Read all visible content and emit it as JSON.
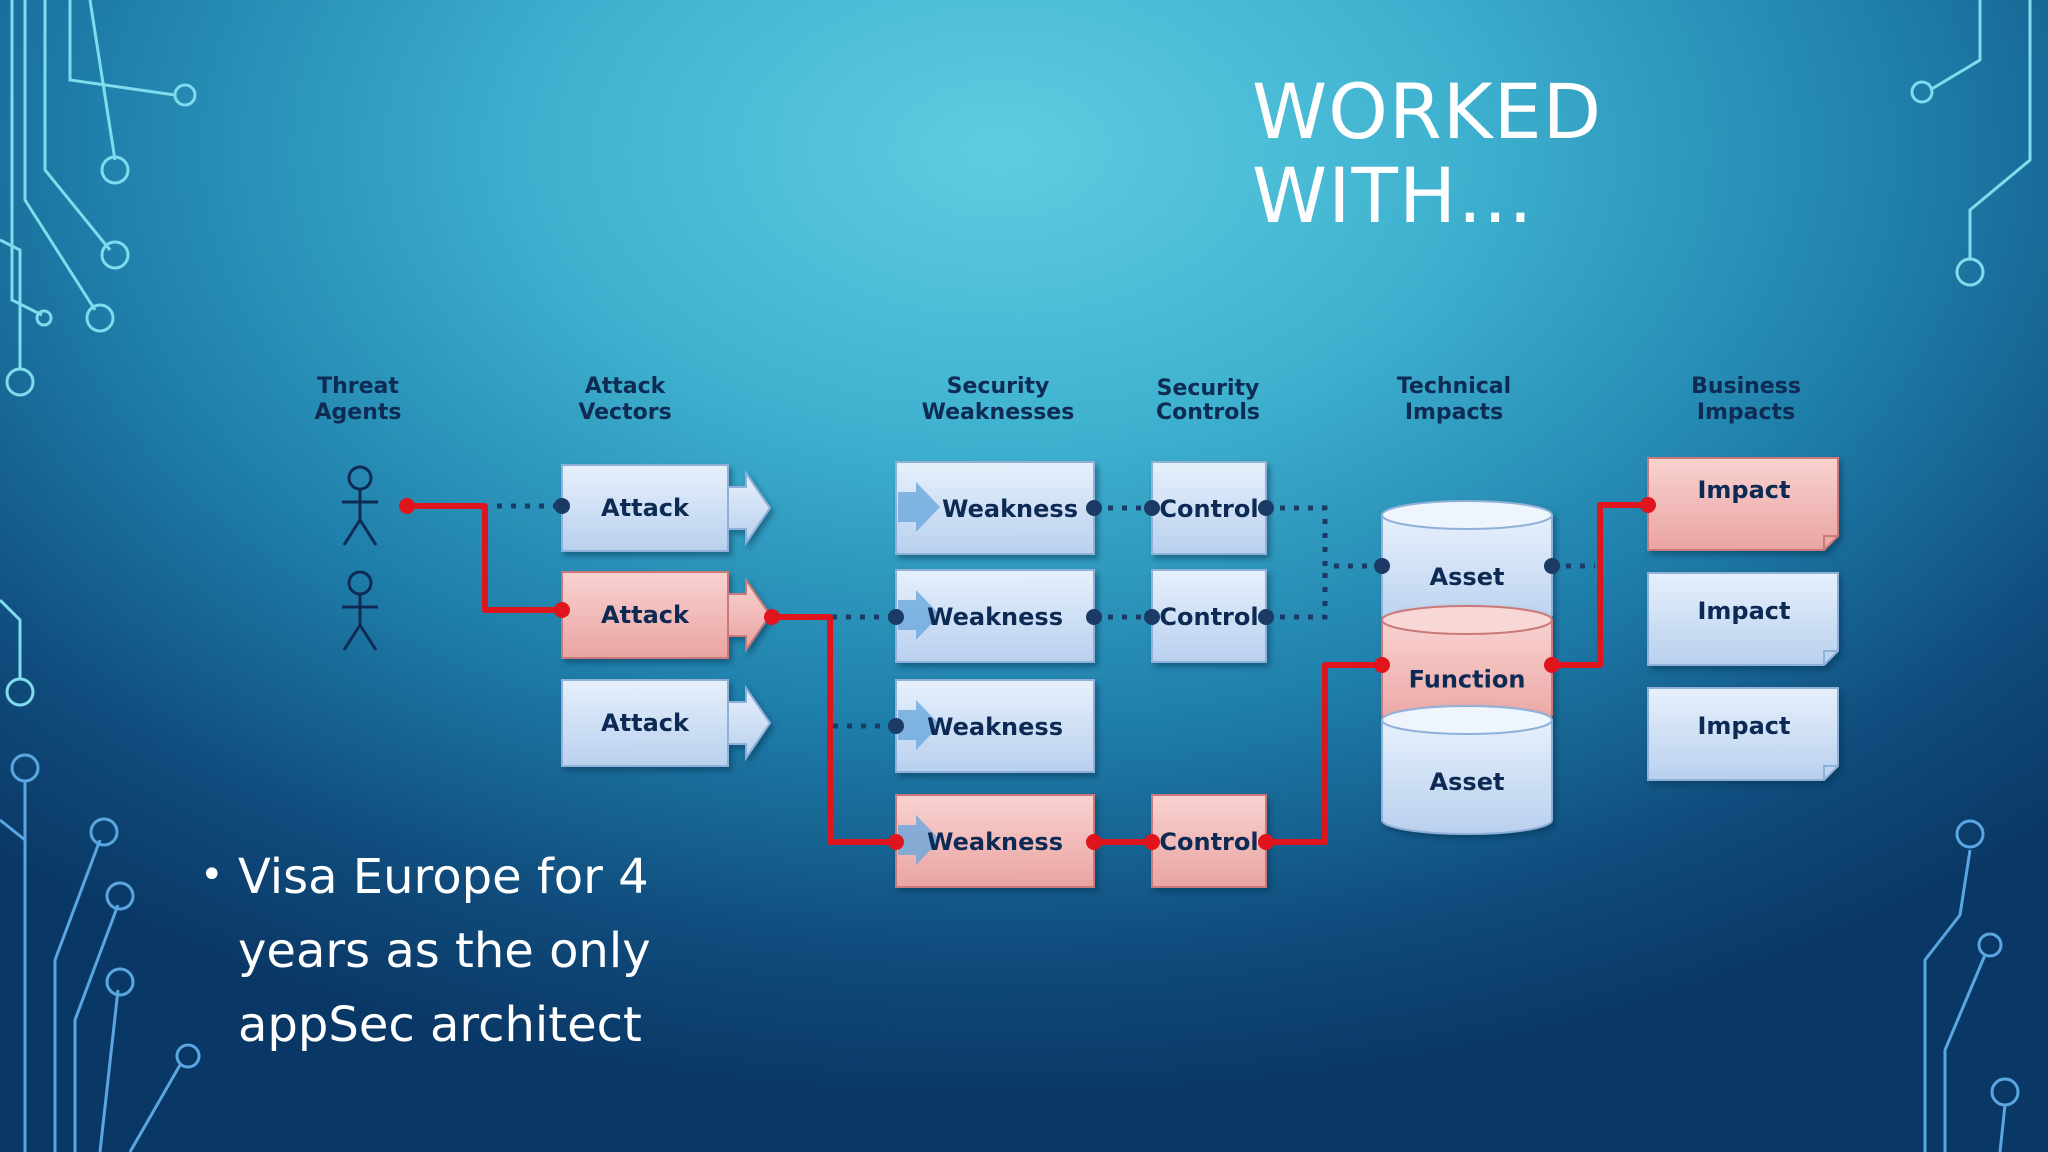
{
  "slide": {
    "title_lines": [
      "WORKED",
      "WITH…"
    ],
    "bullets": [
      "Visa Europe for 4 years as the only appSec architect"
    ]
  },
  "diagram": {
    "headers": {
      "threat_agents": [
        "Threat",
        "Agents"
      ],
      "attack_vectors": [
        "Attack",
        "Vectors"
      ],
      "security_weaknesses": [
        "Security",
        "Weaknesses"
      ],
      "security_controls": [
        "Security",
        "Controls"
      ],
      "technical_impacts": [
        "Technical",
        "Impacts"
      ],
      "business_impacts": [
        "Business",
        "Impacts"
      ]
    },
    "attacks": [
      {
        "label": "Attack",
        "highlighted": false
      },
      {
        "label": "Attack",
        "highlighted": true
      },
      {
        "label": "Attack",
        "highlighted": false
      }
    ],
    "weaknesses": [
      {
        "label": "Weakness",
        "highlighted": false
      },
      {
        "label": "Weakness",
        "highlighted": false
      },
      {
        "label": "Weakness",
        "highlighted": false
      },
      {
        "label": "Weakness",
        "highlighted": true
      }
    ],
    "controls": [
      {
        "label": "Control",
        "highlighted": false
      },
      {
        "label": "Control",
        "highlighted": false
      },
      {
        "label": "Control",
        "highlighted": true
      }
    ],
    "technical": [
      {
        "label": "Asset",
        "highlighted": false
      },
      {
        "label": "Function",
        "highlighted": true
      },
      {
        "label": "Asset",
        "highlighted": false
      }
    ],
    "impacts": [
      {
        "label": "Impact",
        "highlighted": true
      },
      {
        "label": "Impact",
        "highlighted": false
      },
      {
        "label": "Impact",
        "highlighted": false
      }
    ],
    "colors": {
      "box_fill": "#c9dcf4",
      "box_stroke": "#8fb0d8",
      "highlight_fill": "#f2b8b6",
      "path_red": "#e0141c",
      "dotted_navy": "#1b3a66",
      "label_navy": "#0e2b54"
    }
  }
}
